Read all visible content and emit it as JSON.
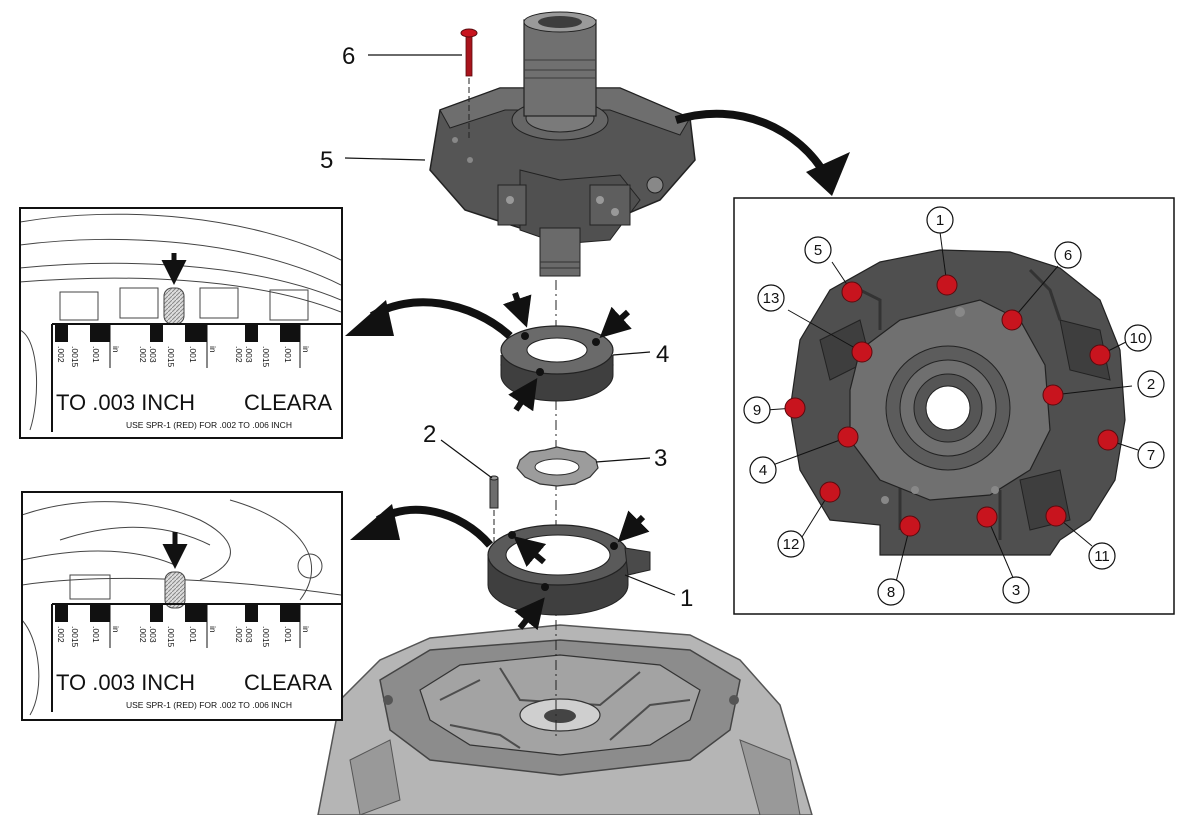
{
  "callouts": {
    "c1": "1",
    "c2": "2",
    "c3": "3",
    "c4": "4",
    "c5": "5",
    "c6": "6"
  },
  "gauges": {
    "big_left": "TO .003 INCH",
    "big_right": "CLEARA",
    "note": "USE SPR-1 (RED) FOR .002 TO .006 INCH",
    "tick_labels": [
      ".002",
      ".0015",
      ".001",
      "in",
      ".002",
      ".003",
      ".0015",
      ".001",
      "in",
      ".002",
      ".003",
      ".0015",
      ".001",
      "in"
    ]
  },
  "bolt_sequence": {
    "b1": "1",
    "b2": "2",
    "b3": "3",
    "b4": "4",
    "b5": "5",
    "b6": "6",
    "b7": "7",
    "b8": "8",
    "b9": "9",
    "b10": "10",
    "b11": "11",
    "b12": "12",
    "b13": "13"
  },
  "colors": {
    "bolt_red": "#c8141e",
    "casting_dark": "#4a4a4a",
    "casting_mid": "#6b6b6b",
    "casting_light": "#9a9a9a",
    "housing_light": "#bdbdbd"
  }
}
